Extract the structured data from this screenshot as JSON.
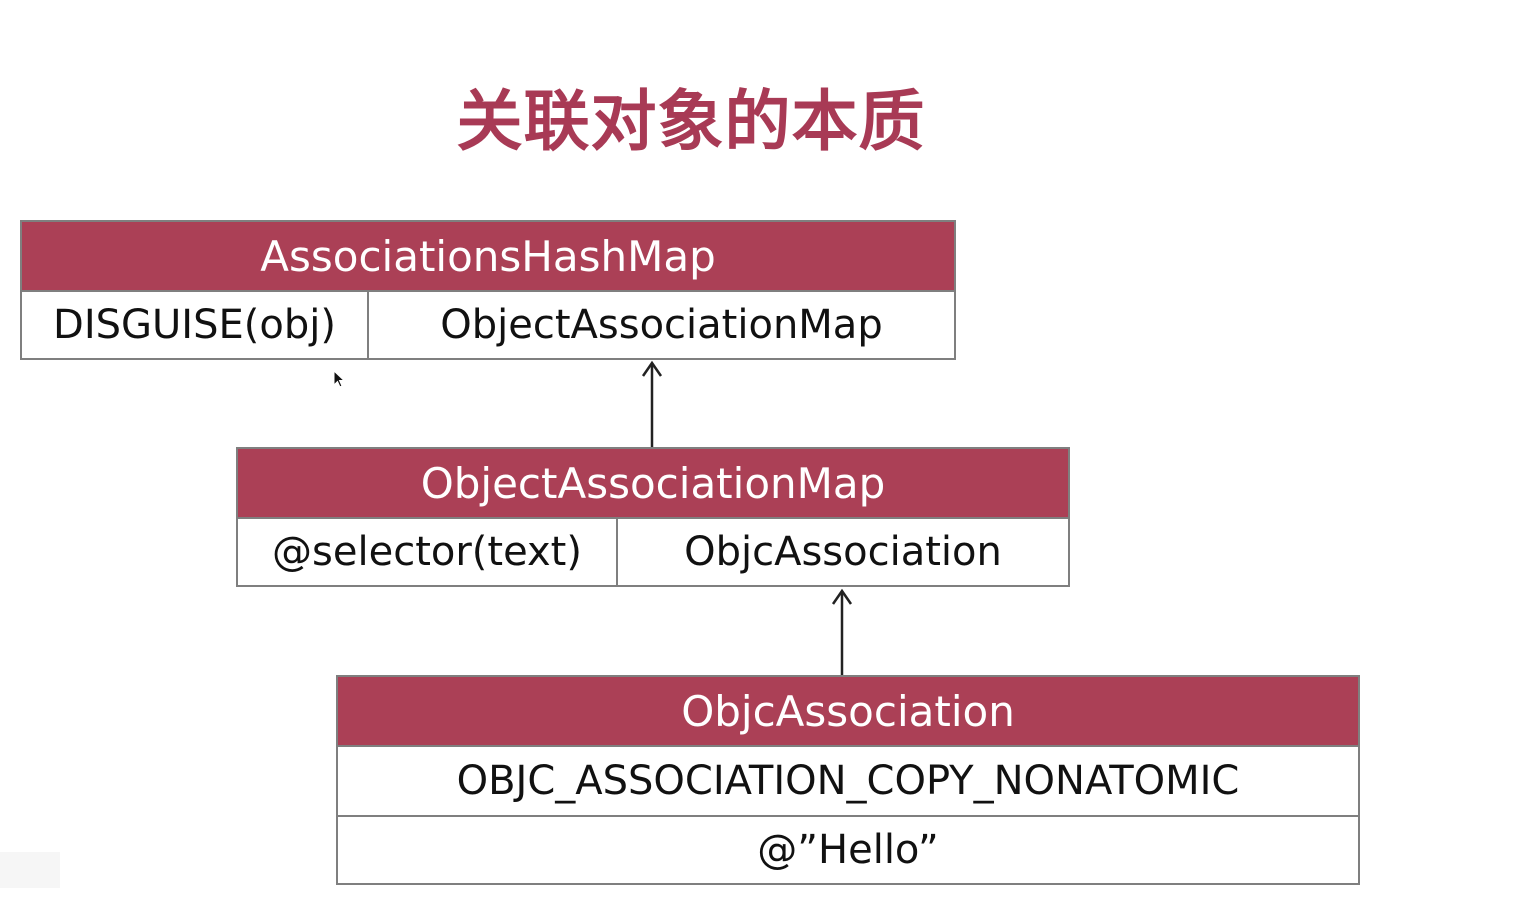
{
  "title": "关联对象的本质",
  "tables": {
    "associations_hash_map": {
      "header": "AssociationsHashMap",
      "key": "DISGUISE(obj)",
      "value": "ObjectAssociationMap"
    },
    "object_association_map": {
      "header": "ObjectAssociationMap",
      "key": "@selector(text)",
      "value": "ObjcAssociation"
    },
    "objc_association": {
      "header": "ObjcAssociation",
      "policy": "OBJC_ASSOCIATION_COPY_NONATOMIC",
      "value": "@”Hello”"
    }
  },
  "colors": {
    "title": "#a83a55",
    "header_fill": "#ab4056",
    "header_text": "#ffffff",
    "border": "#7f7f7f"
  },
  "icons": [
    "arrow-up-icon",
    "mouse-pointer-icon"
  ]
}
